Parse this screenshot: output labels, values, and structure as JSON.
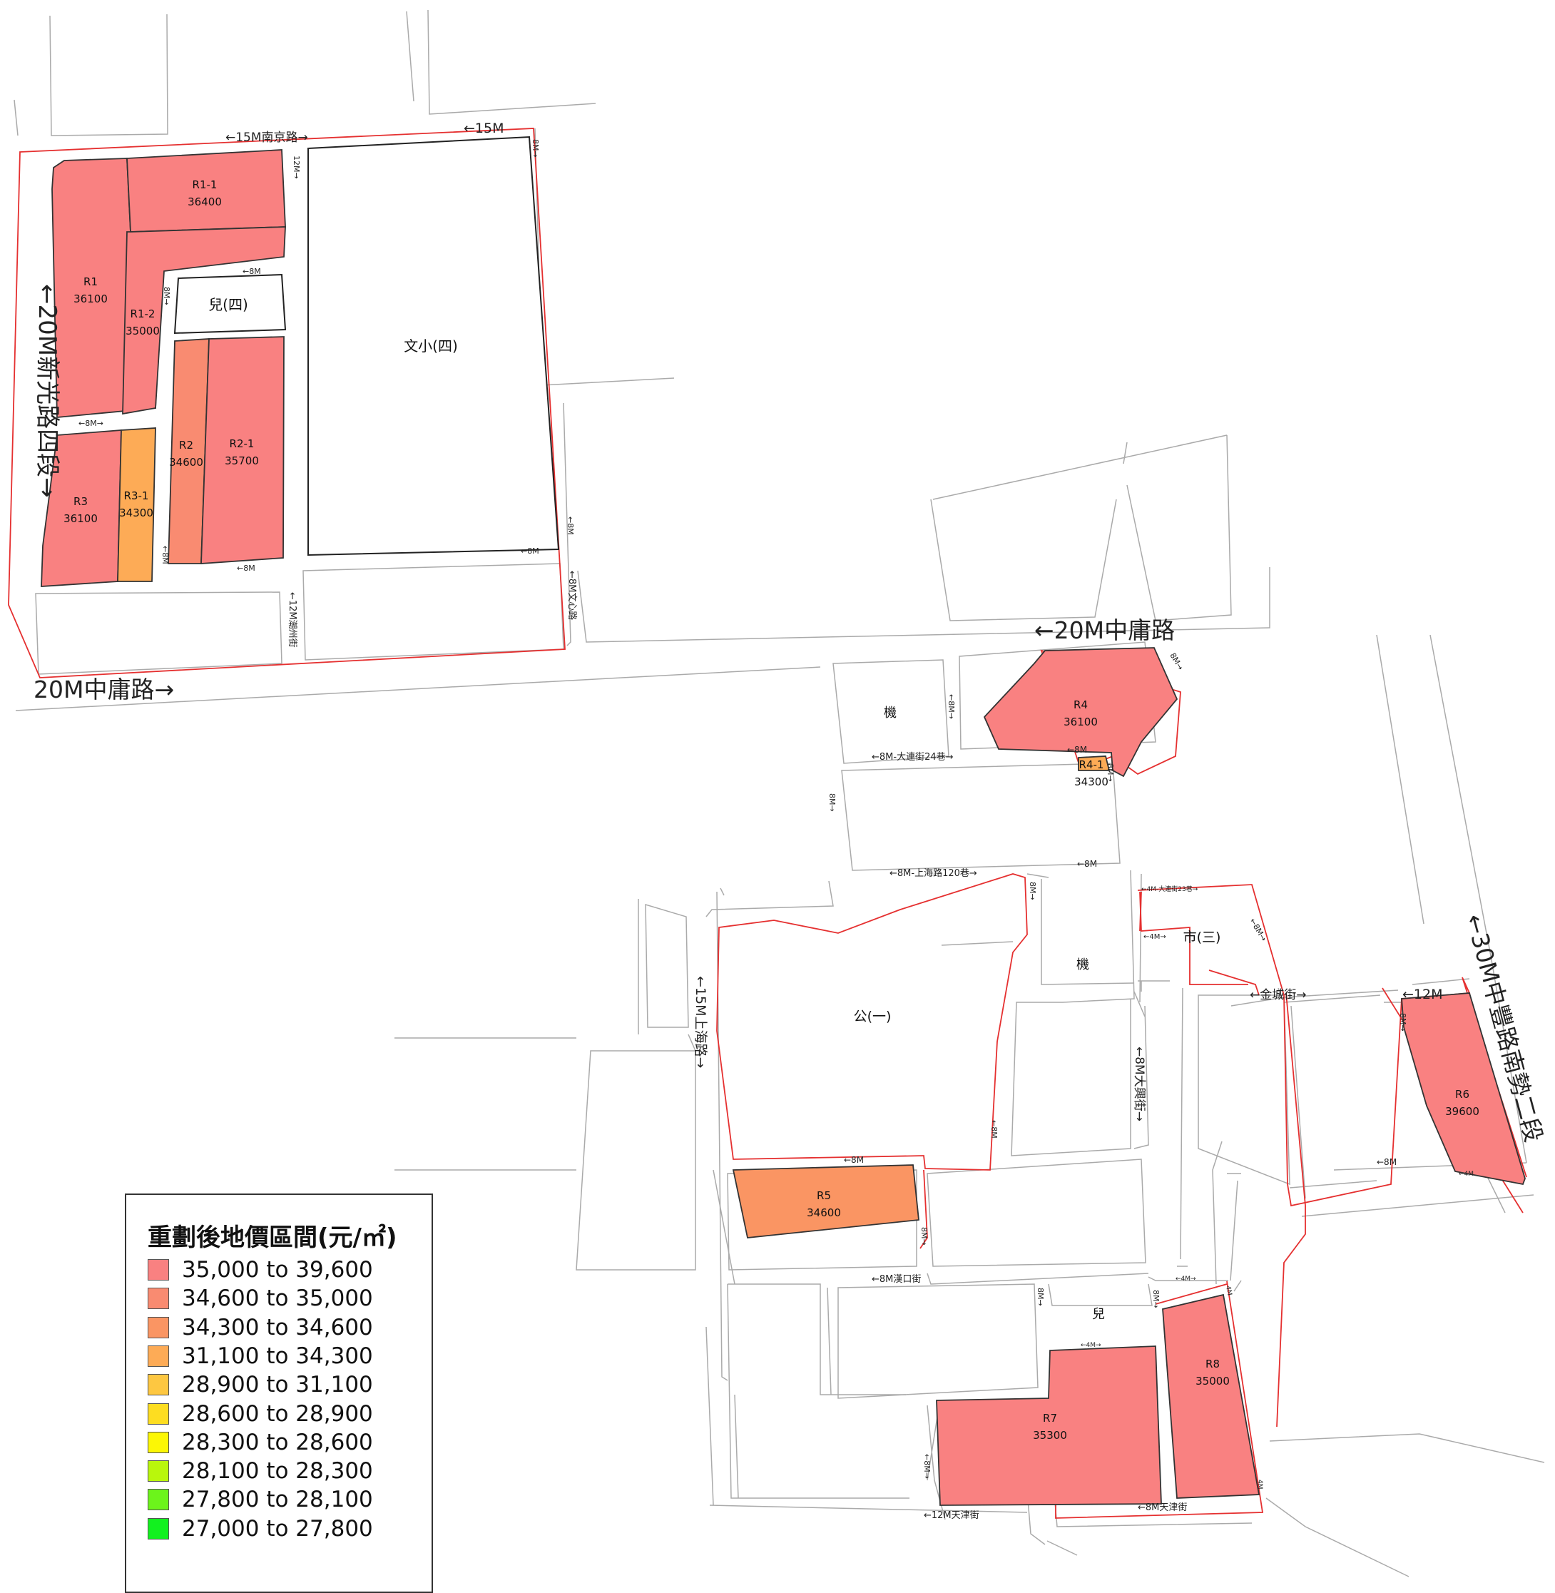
{
  "roads": {
    "nanjing": "←15M南京路→",
    "top15": "←15M",
    "top8a": "8M→",
    "v12": "12M→",
    "r12m8": "←8M",
    "er8": "8M→",
    "xinguang": "←20M新光路四段→",
    "h8a": "←8M→",
    "v8b": "←8M",
    "b8a": "←8M",
    "b8b": "←8M",
    "right8": "←8M",
    "chaozhou": "←12M潮州街",
    "wenxin": "←8M文心路",
    "zy_left": "20M中庸路→",
    "zy_right": "←20M中庸路",
    "ji8": "←8M→",
    "dalian": "←8M-大連街24巷→",
    "r4_8m": "←8M",
    "r4_v8": "8M→",
    "r4_top": "8M→",
    "v8c": "8M→",
    "shanghai120": "←8M-上海路120巷→",
    "s8m": "←8M",
    "gong_v8": "8M→",
    "dalian23": "←4M-大連街23巷→",
    "shi_v8": "←8M→",
    "shi_4m": "←4M→",
    "jincheng": "←金城街→",
    "shanghai": "←15M上海路→",
    "daxing": "←8M大興街→",
    "gong_b8": "←8M",
    "gong_v8b": "←8M",
    "r5_v8": "8M→",
    "hankou": "←8M漢口街",
    "er_v8": "8M→",
    "r8_v8": "8M→",
    "r8_4m": "←4M→",
    "r8_v4": "4M",
    "er_4m": "←4M→",
    "zhongfeng": "←30M中豐路南勢二段",
    "r6_12": "←12M",
    "r6_v8": "8M→",
    "r6_b8": "←8M",
    "r6_b4": "←4M",
    "r7_v8": "←8M→",
    "tianjin12": "←12M天津街",
    "tianjin8": "←8M天津街",
    "r8_v4b": "4M"
  },
  "facilities": {
    "er_si": "兒(四)",
    "wen_si": "文小(四)",
    "ji_a": "機",
    "ji_b": "機",
    "gong_yi": "公(一)",
    "shi_san": "市(三)",
    "er": "兒"
  },
  "plots": [
    {
      "id": "R1-1",
      "price": "36400"
    },
    {
      "id": "R1",
      "price": "36100"
    },
    {
      "id": "R1-2",
      "price": "35000"
    },
    {
      "id": "R2",
      "price": "34600"
    },
    {
      "id": "R2-1",
      "price": "35700"
    },
    {
      "id": "R3",
      "price": "36100"
    },
    {
      "id": "R3-1",
      "price": "34300"
    },
    {
      "id": "R4",
      "price": "36100"
    },
    {
      "id": "R4-1",
      "price": "34300"
    },
    {
      "id": "R5",
      "price": "34600"
    },
    {
      "id": "R6",
      "price": "39600"
    },
    {
      "id": "R7",
      "price": "35300"
    },
    {
      "id": "R8",
      "price": "35000"
    }
  ],
  "legend": {
    "title": "重劃後地價區間(元/㎡)",
    "classes": [
      {
        "label": "35,000 to 39,600",
        "color": "#f98181"
      },
      {
        "label": "34,600 to 35,000",
        "color": "#f98b71"
      },
      {
        "label": "34,300 to 34,600",
        "color": "#fa9563"
      },
      {
        "label": "31,100 to 34,300",
        "color": "#fdab56"
      },
      {
        "label": "28,900 to 31,100",
        "color": "#fdc741"
      },
      {
        "label": "28,600 to 28,900",
        "color": "#fddd21"
      },
      {
        "label": "28,300 to 28,600",
        "color": "#fcf705"
      },
      {
        "label": "28,100 to 28,300",
        "color": "#b9f70c"
      },
      {
        "label": "27,800 to 28,100",
        "color": "#6cf41b"
      },
      {
        "label": "27,000 to 27,800",
        "color": "#12f11f"
      }
    ]
  }
}
